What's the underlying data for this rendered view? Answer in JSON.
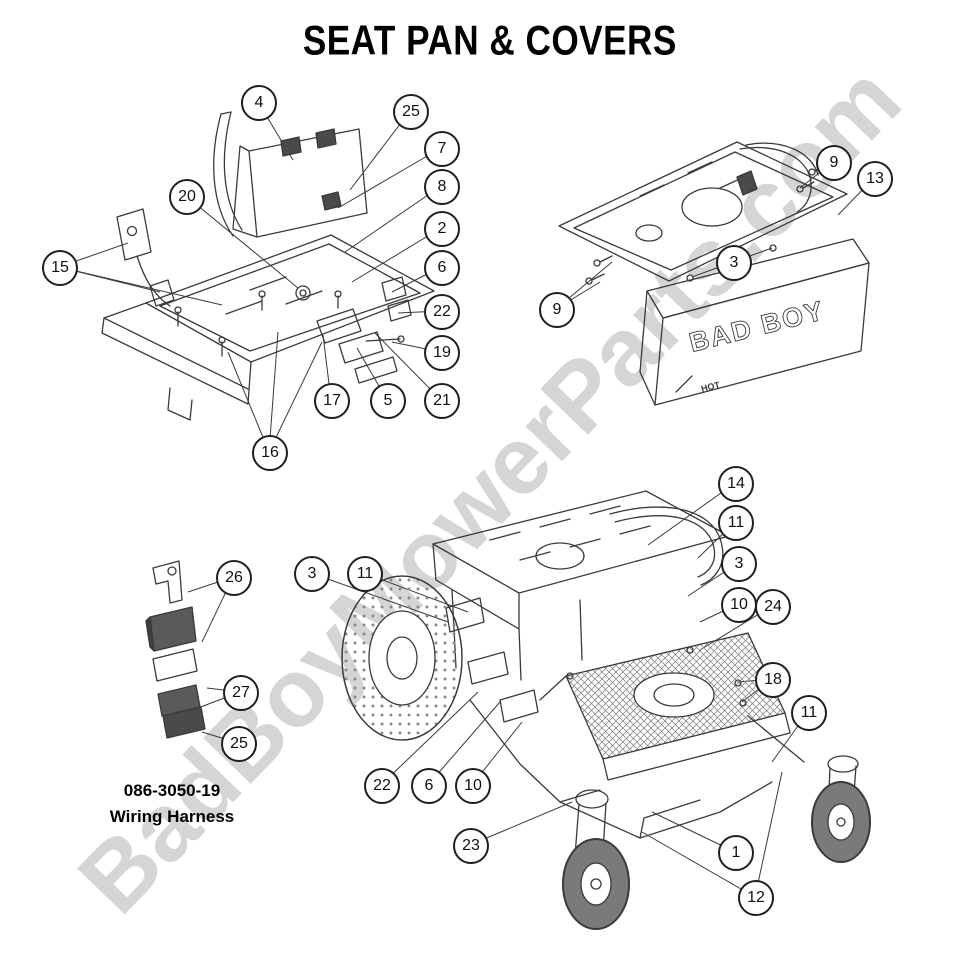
{
  "page": {
    "title": "SEAT PAN & COVERS",
    "watermark": "BadBoyMowerParts.com"
  },
  "colors": {
    "line": "#3a3a3a",
    "watermark": "#c7c7c7",
    "callout_border": "#1f1f1f"
  },
  "harness_label": {
    "part_number": "086-3050-19",
    "name": "Wiring Harness"
  },
  "cover": {
    "brand": "BAD BOY",
    "hot": "HOT"
  },
  "callouts": {
    "seat_pan": [
      {
        "label": "4"
      },
      {
        "label": "25"
      },
      {
        "label": "7"
      },
      {
        "label": "8"
      },
      {
        "label": "20"
      },
      {
        "label": "2"
      },
      {
        "label": "15"
      },
      {
        "label": "6"
      },
      {
        "label": "22"
      },
      {
        "label": "19"
      },
      {
        "label": "17"
      },
      {
        "label": "5"
      },
      {
        "label": "21"
      },
      {
        "label": "16"
      }
    ],
    "covers": [
      {
        "label": "9"
      },
      {
        "label": "13"
      },
      {
        "label": "3"
      },
      {
        "label": "9"
      }
    ],
    "mower": [
      {
        "label": "14"
      },
      {
        "label": "11"
      },
      {
        "label": "3"
      },
      {
        "label": "11"
      },
      {
        "label": "3"
      },
      {
        "label": "10"
      },
      {
        "label": "24"
      },
      {
        "label": "18"
      },
      {
        "label": "11"
      },
      {
        "label": "22"
      },
      {
        "label": "6"
      },
      {
        "label": "10"
      },
      {
        "label": "23"
      },
      {
        "label": "1"
      },
      {
        "label": "12"
      }
    ],
    "harness": [
      {
        "label": "26"
      },
      {
        "label": "27"
      },
      {
        "label": "25"
      }
    ]
  }
}
